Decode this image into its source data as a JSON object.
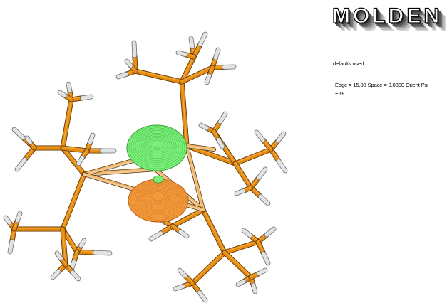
{
  "app": {
    "logo_text": "MOLDEN"
  },
  "info": {
    "status": "defaults used",
    "params": "Edge = 15.00 Space =  0.0800 Orient Psi",
    "psi_value": "= **"
  },
  "colors": {
    "bond": "#e48a10",
    "bond_highlight": "#f4b04a",
    "bond_light": "#efc89a",
    "hydrogen": "#e2e2e2",
    "orbital_positive": "#7af07a",
    "orbital_negative": "#f39a3c"
  }
}
